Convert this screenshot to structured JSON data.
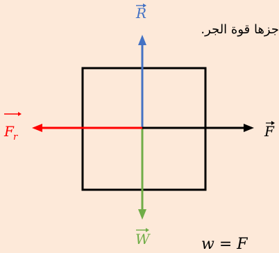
{
  "header_text": "جزها قوة الجر.",
  "vectors": {
    "R": {
      "symbol": "R",
      "color": "#4472c4"
    },
    "W": {
      "symbol": "W",
      "color": "#70ad47"
    },
    "Fr": {
      "symbol": "F",
      "subscript": "r",
      "color": "#ff0000"
    },
    "F": {
      "symbol": "F",
      "color": "#000000"
    }
  },
  "bottom_equation": "w  = F"
}
